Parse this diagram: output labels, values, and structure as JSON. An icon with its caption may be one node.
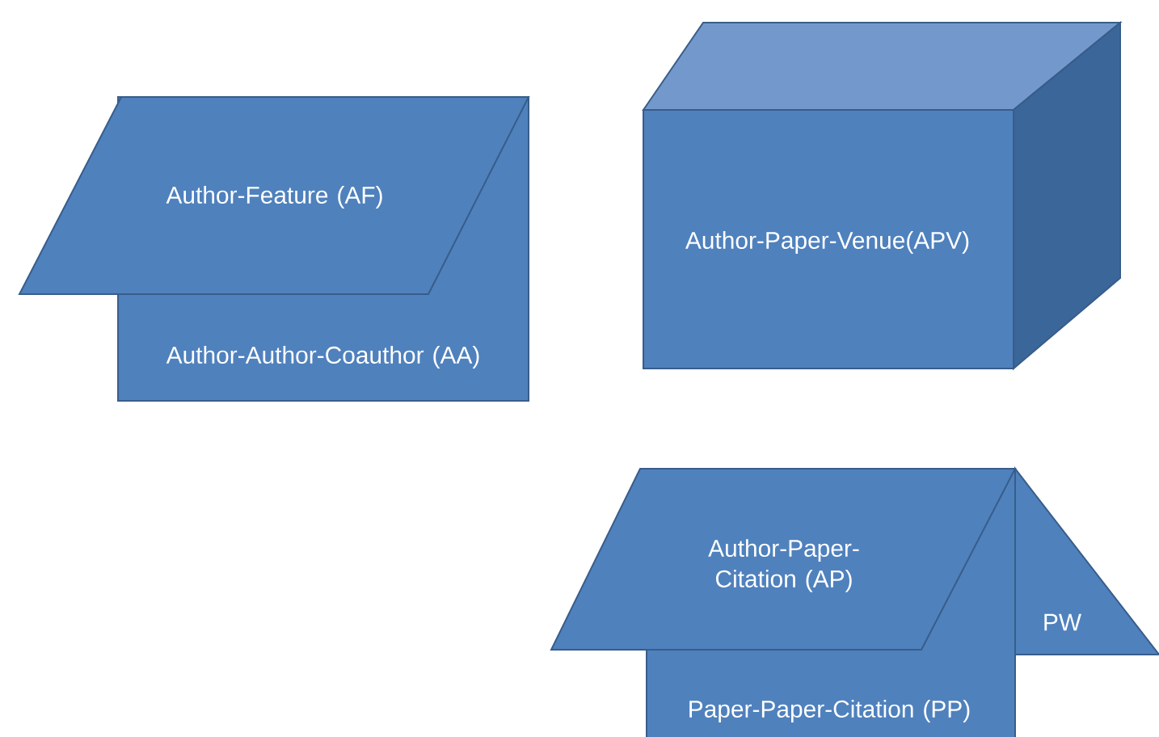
{
  "diagram": {
    "nodes": [
      {
        "text": [
          "Author-Feature (AF)"
        ]
      },
      {
        "text": [
          "Author-Author-Coauthor (AA)"
        ]
      },
      {
        "text": [
          "Author-Paper-Venue(APV)"
        ]
      },
      {
        "text": [
          "Author-Paper-Citation (AP)"
        ]
      },
      {
        "text": [
          "Paper-Paper-Citation (PP)"
        ]
      },
      {
        "text": [
          "PW"
        ]
      }
    ]
  }
}
